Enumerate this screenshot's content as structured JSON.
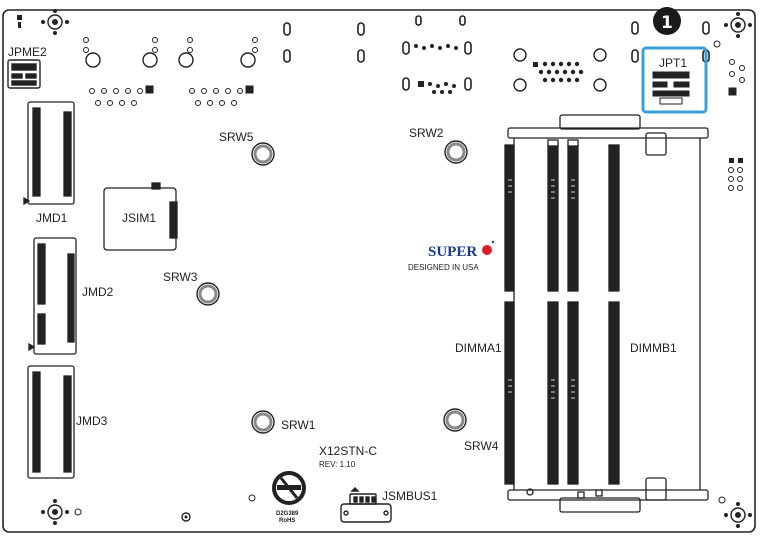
{
  "labels": {
    "jpme2": "JPME2",
    "jmd1": "JMD1",
    "jmd2": "JMD2",
    "jmd3": "JMD3",
    "jsim1": "JSIM1",
    "srw1": "SRW1",
    "srw2": "SRW2",
    "srw3": "SRW3",
    "srw4": "SRW4",
    "srw5": "SRW5",
    "jpt1": "JPT1",
    "dimma1": "DIMMA1",
    "dimmb1": "DIMMB1",
    "jsmbus1": "JSMBUS1",
    "board_model": "X12STN-C",
    "board_rev": "REV: 1.10",
    "brand": "SUPER",
    "brand_tagline": "DESIGNED IN USA",
    "rohs_line1": "D2G389",
    "rohs_line2": "RoHS"
  },
  "callout": {
    "number": "1",
    "color": "#3aa0d8",
    "badge_color": "#1a1a1a"
  },
  "colors": {
    "board_outline": "#222222",
    "brand_blue": "#1b3a8c",
    "brand_red": "#d8202a"
  }
}
